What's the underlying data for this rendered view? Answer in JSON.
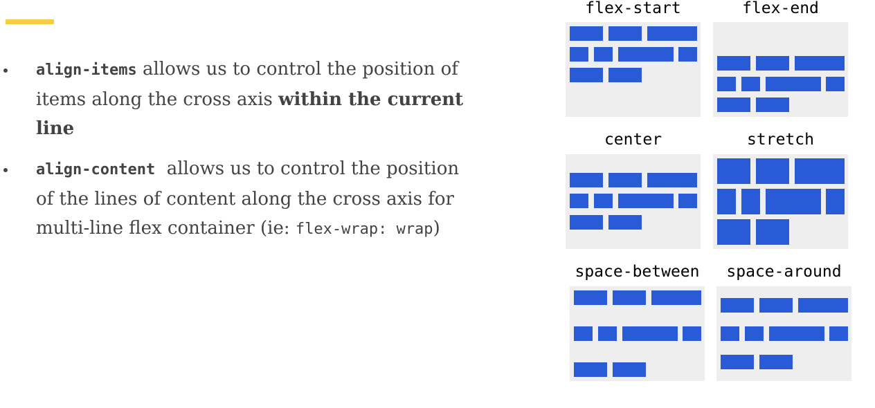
{
  "colors": {
    "accent": "#f5cd47",
    "text": "#434343",
    "panel_bg": "#eeeeee",
    "item": "#2a5bd7"
  },
  "bullets": [
    {
      "code": "align-items",
      "text_before_strong": " allows us to control the position of items along the cross axis ",
      "strong": "within the current line"
    },
    {
      "code": "align-content",
      "text": "  allows us to control the position of the lines of content along the cross axis for multi-line flex container (ie: ",
      "code2": "flex-wrap: wrap",
      "tail": ")"
    }
  ],
  "panels": [
    {
      "label": "flex-start"
    },
    {
      "label": "flex-end"
    },
    {
      "label": "center"
    },
    {
      "label": "stretch"
    },
    {
      "label": "space-between"
    },
    {
      "label": "space-around"
    }
  ]
}
